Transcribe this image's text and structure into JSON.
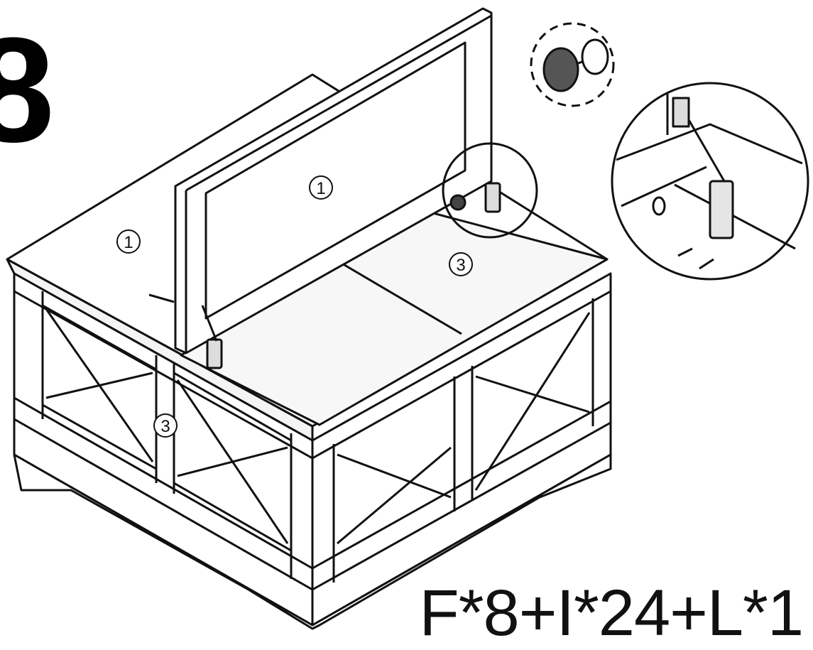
{
  "step": {
    "number": "8"
  },
  "part_labels": {
    "lid_left": "1",
    "lid_open": "1",
    "bottom_panel": "3",
    "front_panel": "3"
  },
  "parts_summary": "F*8+I*24+L*1"
}
